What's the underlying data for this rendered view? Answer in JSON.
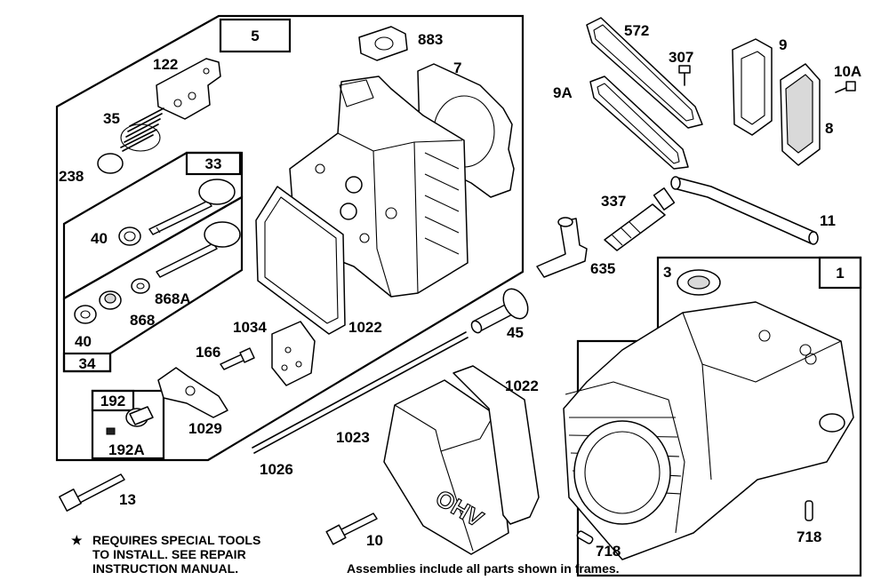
{
  "callouts": {
    "c5": "5",
    "c883": "883",
    "c7": "7",
    "c122": "122",
    "c35": "35",
    "c238": "238",
    "c33": "33",
    "c40a": "40",
    "c868A": "868A",
    "c868": "868",
    "c40b": "40",
    "c34": "34",
    "c1034": "1034",
    "c1022a": "1022",
    "c166": "166",
    "c1029": "1029",
    "c192": "192",
    "c192A": "192A",
    "c1026": "1026",
    "c13": "13",
    "c572": "572",
    "c307": "307",
    "c9A": "9A",
    "c9": "9",
    "c10A": "10A",
    "c8": "8",
    "c337": "337",
    "c11": "11",
    "c635": "635",
    "c45": "45",
    "c3": "3",
    "c1": "1",
    "c1022b": "1022",
    "c1023": "1023",
    "c10": "10",
    "c718a": "718",
    "c718b": "718"
  },
  "cover_lettering": "OHV",
  "notes": {
    "special_tools_symbol": "★",
    "special_tools_line1": "REQUIRES SPECIAL TOOLS",
    "special_tools_line2": "TO INSTALL.  SEE REPAIR",
    "special_tools_line3": "INSTRUCTION MANUAL.",
    "assemblies": "Assemblies include all parts shown in frames."
  }
}
